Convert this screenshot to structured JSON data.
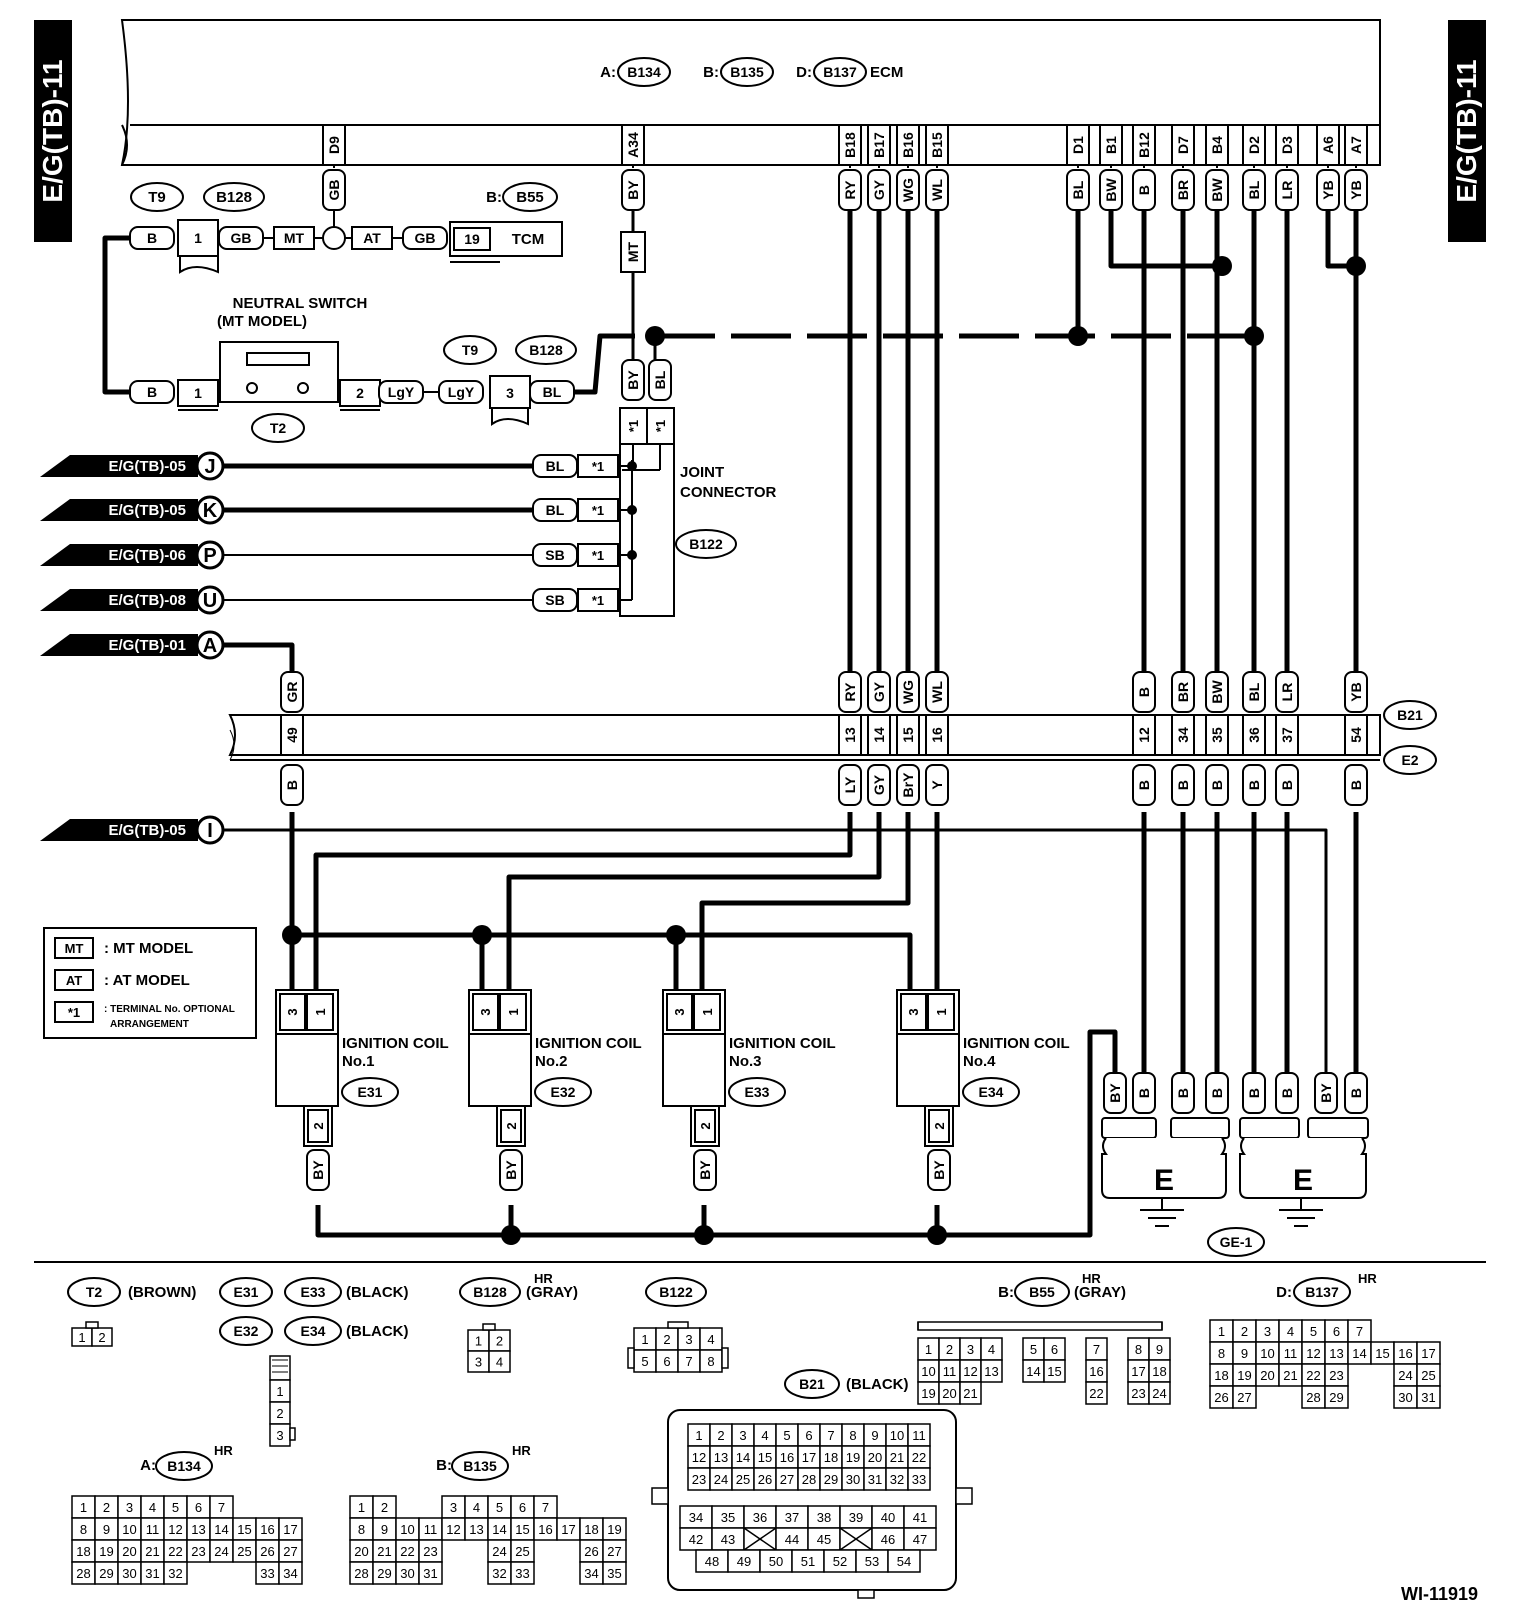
{
  "page_tag": "E/G(TB)-11",
  "ecm": {
    "a_prefix": "A:",
    "a_conn": "B134",
    "b_prefix": "B:",
    "b_conn": "B135",
    "d_prefix": "D:",
    "d_conn": "B137",
    "name": "ECM"
  },
  "ecm_pins": [
    "D9",
    "A34",
    "B18",
    "B17",
    "B16",
    "B15",
    "D1",
    "B1",
    "B12",
    "D7",
    "B4",
    "D2",
    "D3",
    "A6",
    "A7"
  ],
  "ecm_wires": [
    "GB",
    "BY",
    "RY",
    "GY",
    "WG",
    "WL",
    "BL",
    "BW",
    "B",
    "BR",
    "BW",
    "BL",
    "LR",
    "YB",
    "YB"
  ],
  "conn_labels": {
    "t9": "T9",
    "b128": "B128",
    "b_prefix": "B:",
    "b55": "B55",
    "tcm": "TCM",
    "t2": "T2",
    "b122": "B122",
    "b21": "B21",
    "e2": "E2",
    "ge1": "GE-1"
  },
  "tcm_row": {
    "w1": "B",
    "p1": "1",
    "w2": "GB",
    "mt": "MT",
    "at": "AT",
    "w3": "GB",
    "p19": "19"
  },
  "mt_tag": "MT",
  "neutral_switch": {
    "title": "NEUTRAL SWITCH",
    "sub": "(MT MODEL)",
    "w1": "B",
    "p1": "1",
    "p2": "2",
    "w2": "LgY",
    "w3": "LgY",
    "p3": "3",
    "w4": "BL"
  },
  "joint": {
    "w1": "BY",
    "w2": "BL",
    "star": "*1",
    "title1": "JOINT",
    "title2": "CONNECTOR"
  },
  "refs": [
    {
      "text": "E/G(TB)-05",
      "letter": "J",
      "wire": "BL"
    },
    {
      "text": "E/G(TB)-05",
      "letter": "K",
      "wire": "BL"
    },
    {
      "text": "E/G(TB)-06",
      "letter": "P",
      "wire": "SB"
    },
    {
      "text": "E/G(TB)-08",
      "letter": "U",
      "wire": "SB"
    },
    {
      "text": "E/G(TB)-01",
      "letter": "A"
    },
    {
      "text": "E/G(TB)-05",
      "letter": "I"
    }
  ],
  "b21_top_wires": [
    "GR",
    "RY",
    "GY",
    "WG",
    "WL",
    "B",
    "BR",
    "BW",
    "BL",
    "LR",
    "YB"
  ],
  "b21_pins": [
    "49",
    "13",
    "14",
    "15",
    "16",
    "12",
    "34",
    "35",
    "36",
    "37",
    "54"
  ],
  "e2_wires": [
    "B",
    "LY",
    "GY",
    "BrY",
    "Y",
    "B",
    "B",
    "B",
    "B",
    "B",
    "B"
  ],
  "legend": {
    "mt": "MT",
    "mt_text": ": MT MODEL",
    "at": "AT",
    "at_text": ": AT MODEL",
    "star": "*1",
    "star_text1": ": TERMINAL No. OPTIONAL",
    "star_text2": "ARRANGEMENT"
  },
  "coils": [
    {
      "title": "IGNITION COIL",
      "no": "No.1",
      "conn": "E31"
    },
    {
      "title": "IGNITION COIL",
      "no": "No.2",
      "conn": "E32"
    },
    {
      "title": "IGNITION COIL",
      "no": "No.3",
      "conn": "E33"
    },
    {
      "title": "IGNITION COIL",
      "no": "No.4",
      "conn": "E34"
    }
  ],
  "coil_pins": {
    "p3": "3",
    "p1": "1",
    "p2": "2",
    "bottom_wire": "BY"
  },
  "ground_wires": [
    "BY",
    "B",
    "B",
    "B",
    "B",
    "B",
    "BY",
    "B"
  ],
  "ground_label": "E",
  "bottom": {
    "t2": "T2",
    "t2_color": "(BROWN)",
    "e31": "E31",
    "e33": "E33",
    "e3133_color": "(BLACK)",
    "e32": "E32",
    "e34": "E34",
    "e3234_color": "(BLACK)",
    "b128": "B128",
    "b128_color": "(GRAY)",
    "hr": "HR",
    "b122": "B122",
    "b55_prefix": "B:",
    "b55": "B55",
    "b55_color": "(GRAY)",
    "b137_prefix": "D:",
    "b137": "B137",
    "b21": "B21",
    "b21_color": "(BLACK)",
    "b134_prefix": "A:",
    "b134": "B134",
    "b135_prefix": "B:",
    "b135": "B135"
  },
  "figure_id": "WI-11919"
}
